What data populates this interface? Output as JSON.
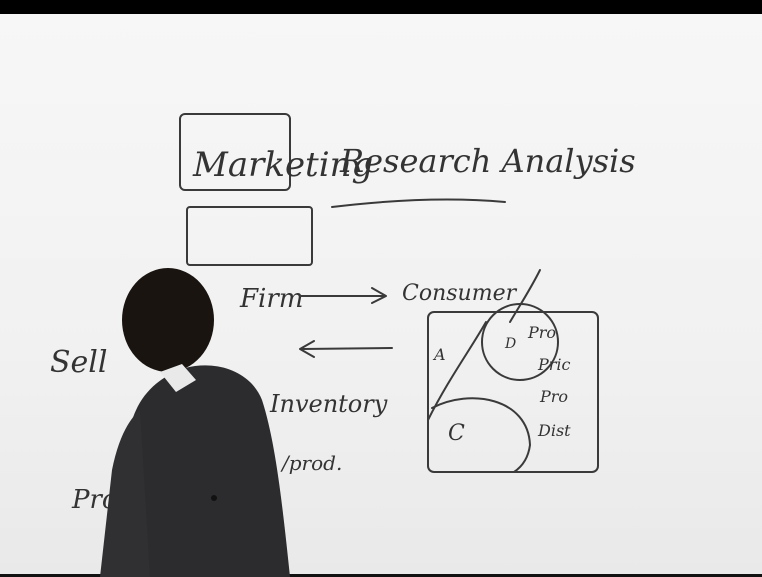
{
  "board": {
    "title_left": "Marketing",
    "title_right": "Research Analysis",
    "firm": "Firm",
    "consumer": "Consumer",
    "seller": "Sell",
    "inventory": "Inventory",
    "profit": "Profit",
    "prod": "/prod.",
    "segment_a": "A",
    "segment_c": "C",
    "segment_d": "D",
    "pro_list": [
      "Pro",
      "Pric",
      "Pro",
      "Dist"
    ]
  }
}
